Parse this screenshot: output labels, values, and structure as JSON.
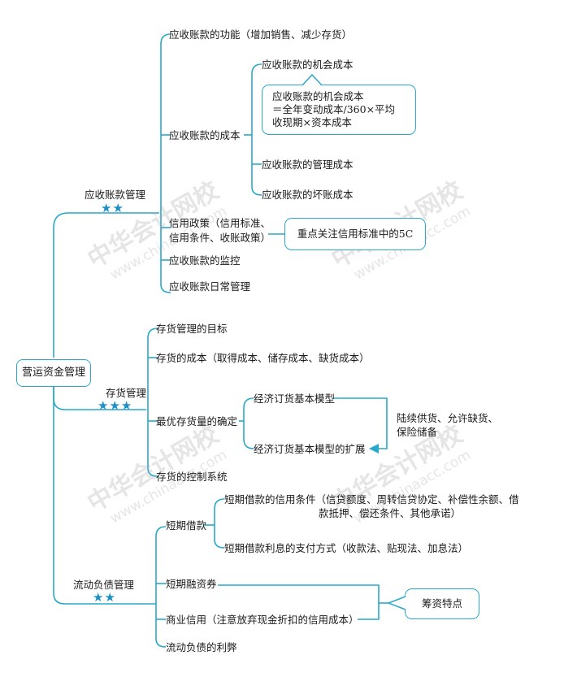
{
  "root": {
    "label": "营运资金管理"
  },
  "branches": {
    "receivables": {
      "label": "应收账款管理",
      "stars": "★★",
      "items": {
        "function": "应收账款的功能（增加销售、减少存货）",
        "cost": "应收账款的成本",
        "opportunity_cost": "应收账款的机会成本",
        "formula": [
          "应收账款的机会成本",
          "＝全年变动成本/360×平均",
          "收现期×资本成本"
        ],
        "management_cost": "应收账款的管理成本",
        "bad_debt_cost": "应收账款的坏账成本",
        "credit_policy": [
          "信用政策（信用标准、",
          "信用条件、收账政策）"
        ],
        "credit_note": "重点关注信用标准中的5C",
        "monitoring": "应收账款的监控",
        "daily": "应收账款日常管理"
      }
    },
    "inventory": {
      "label": "存货管理",
      "stars": "★★★",
      "items": {
        "goal": "存货管理的目标",
        "cost": "存货的成本（取得成本、储存成本、缺货成本）",
        "optimal": "最优存货量的确定",
        "eoq": "经济订货基本模型",
        "eoq_ext": "经济订货基本模型的扩展",
        "ext_note": [
          "陆续供货、允许缺货、",
          "保险储备"
        ],
        "control": "存货的控制系统"
      }
    },
    "current_liabilities": {
      "label": "流动负债管理",
      "stars": "★★",
      "items": {
        "short_loan": "短期借款",
        "credit_terms": [
          "短期借款的信用条件（信贷额度、周转信贷协定、补偿性余额、借",
          "款抵押、偿还条件、其他承诺）"
        ],
        "interest_payment": "短期借款利息的支付方式（收款法、贴现法、加息法）",
        "short_bills": "短期融资券",
        "trade_credit": "商业信用（注意放弃现金折扣的信用成本）",
        "financing_note": "筹资特点",
        "pros_cons": "流动负债的利弊"
      }
    }
  },
  "watermark": {
    "cn": "中华会计网校",
    "url": "www.chinaacc.com"
  },
  "colors": {
    "line": "#29a8cc",
    "stars": "#1c8fc8",
    "arrow": "#29a8cc"
  }
}
